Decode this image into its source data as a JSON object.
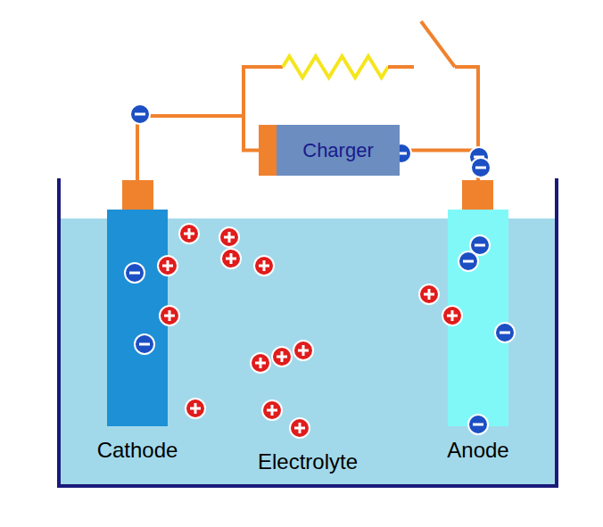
{
  "diagram": {
    "nodes": [
      {
        "text": [
          "Charger"
        ]
      },
      {
        "text": [
          "Electrolyte"
        ]
      },
      {
        "text": [
          "Cathode"
        ],
        "in": 1
      },
      {
        "text": [
          "Anode"
        ],
        "in": 1
      }
    ],
    "edges": [
      {
        "from": 2,
        "to": 0,
        "arrow": "none"
      },
      {
        "from": 0,
        "to": 3,
        "arrow": "none"
      },
      {
        "from": 2,
        "to": 3,
        "arrow": "none"
      }
    ]
  }
}
